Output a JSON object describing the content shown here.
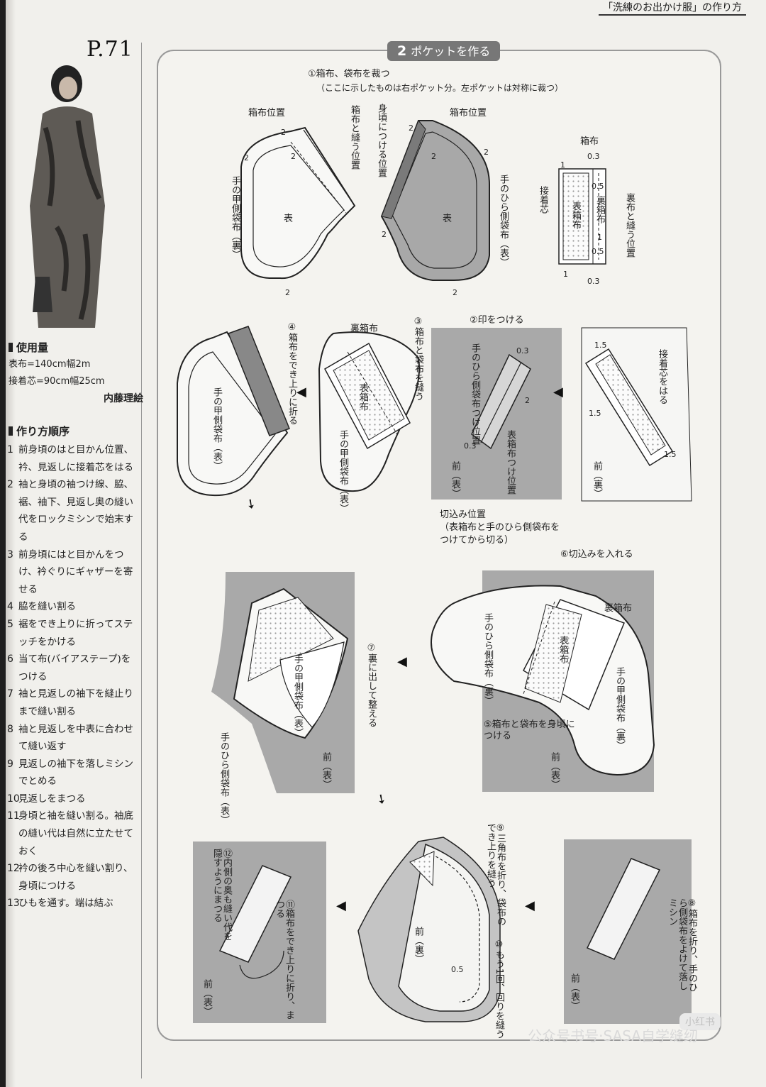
{
  "header": "「洗練のお出かけ服」の作り方",
  "page_number": "P.71",
  "panel_title": {
    "num": "2",
    "text": "ポケットを作る"
  },
  "materials": {
    "heading": "使用量",
    "fabric": "表布=140cm幅2m",
    "interfacing": "接着芯=90cm幅25cm",
    "designer": "内藤理絵"
  },
  "order": {
    "heading": "作り方順序",
    "steps": [
      {
        "n": "1",
        "text": "前身頃のはと目かん位置、衿、見返しに接着芯をはる"
      },
      {
        "n": "2",
        "text": "袖と身頃の袖つけ線、脇、裾、袖下、見返し奥の縫い代をロックミシンで始末する"
      },
      {
        "n": "3",
        "text": "前身頃にはと目かんをつけ、衿ぐりにギャザーを寄せる"
      },
      {
        "n": "4",
        "text": "脇を縫い割る"
      },
      {
        "n": "5",
        "text": "裾をでき上りに折ってステッチをかける"
      },
      {
        "n": "6",
        "text": "当て布(バイアステープ)をつける"
      },
      {
        "n": "7",
        "text": "袖と見返しの袖下を縫止りまで縫い割る"
      },
      {
        "n": "8",
        "text": "袖と見返しを中表に合わせて縫い返す"
      },
      {
        "n": "9",
        "text": "見返しの袖下を落しミシンでとめる"
      },
      {
        "n": "10",
        "text": "見返しをまつる"
      },
      {
        "n": "11",
        "text": "身頃と袖を縫い割る。袖底の縫い代は自然に立たせておく"
      },
      {
        "n": "12",
        "text": "衿の後ろ中心を縫い割り、身頃につける"
      },
      {
        "n": "13",
        "text": "ひもを通す。端は結ぶ"
      }
    ]
  },
  "labels": {
    "cut1": "①箱布、袋布を裁つ",
    "cut2": "（ここに示したものは右ポケット分。左ポケットは対称に裁つ）",
    "hakonuno_ichi_l": "箱布位置",
    "hakonuno_ichi_r": "箱布位置",
    "hakonuno_nuu": "箱布と縫う位置",
    "migoro_tsukeru": "身頃につける位置",
    "tenokou_ura": "手の甲側袋布（裏）",
    "tenohira_omote": "手のひら側袋布（表）",
    "omote_l": "表",
    "omote_r": "表",
    "hakonuno": "箱布",
    "secchakushin": "接着芯",
    "omote_hako": "表箱布",
    "ura_hako": "裏箱布",
    "urahako_nuu": "裏布と縫う位置",
    "s2": "②印をつける",
    "tenohira_tsuke": "手のひら側袋布つけ位置",
    "omotehako_tsuke": "表箱布つけ位置",
    "mae_ura_s2": "前（裏）",
    "mae_omote_s2": "前（表）",
    "secchaku_haru": "接着芯をはる",
    "kirikomi1": "切込み位置",
    "kirikomi2": "（表箱布と手のひら側袋布を",
    "kirikomi3": "つけてから切る）",
    "s3": "③箱布と袋布を縫う",
    "urahako_s3": "裏箱布",
    "omotehako_s3": "表箱布",
    "tenokou_s3": "手の甲側袋布（表）",
    "s4": "④箱布をでき上りに折る",
    "tenokou_s4": "手の甲側袋布（表）",
    "s6": "⑥切込みを入れる",
    "urahako_s6": "裏箱布",
    "omotehako_s6": "表箱布",
    "tenohira_ura_s6": "手のひら側袋布（裏）",
    "tenokou_ura_s6": "手の甲側袋布（裏）",
    "s5": "⑤箱布と袋布を身頃につける",
    "mae_omote_s5": "前（表）",
    "s7": "⑦裏に出して整える",
    "tenokou_s7": "手の甲側袋布（表）",
    "tenohira_s7": "手のひら側袋布（表）",
    "mae_omote_s7": "前（表）",
    "s8": "⑧箱布を折り、手のひら側袋布をよけて落しミシン",
    "mae_omote_s8": "前（表）",
    "s9": "⑨三角布を折り、袋布のでき上りを縫う",
    "s10": "⑩もう1回、回りを縫う",
    "mae_ura_s9": "前（裏）",
    "s11": "⑪箱布をでき上りに折り、まつる",
    "s12": "⑫内側の奥も縫い代を隠すようにまつる",
    "mae_omote_s11": "前（表）"
  },
  "dims": [
    "2",
    "2",
    "2",
    "2",
    "2",
    "2",
    "2",
    "2",
    "2",
    "0.3",
    "0.5",
    "1",
    "1",
    "0.5",
    "0.3",
    "1",
    "1.5",
    "1.5",
    "1.5",
    "0.3",
    "2",
    "0.3",
    "0.5"
  ],
  "watermark": "公众号书号·SASA自学缝纫",
  "badge": "小红书"
}
